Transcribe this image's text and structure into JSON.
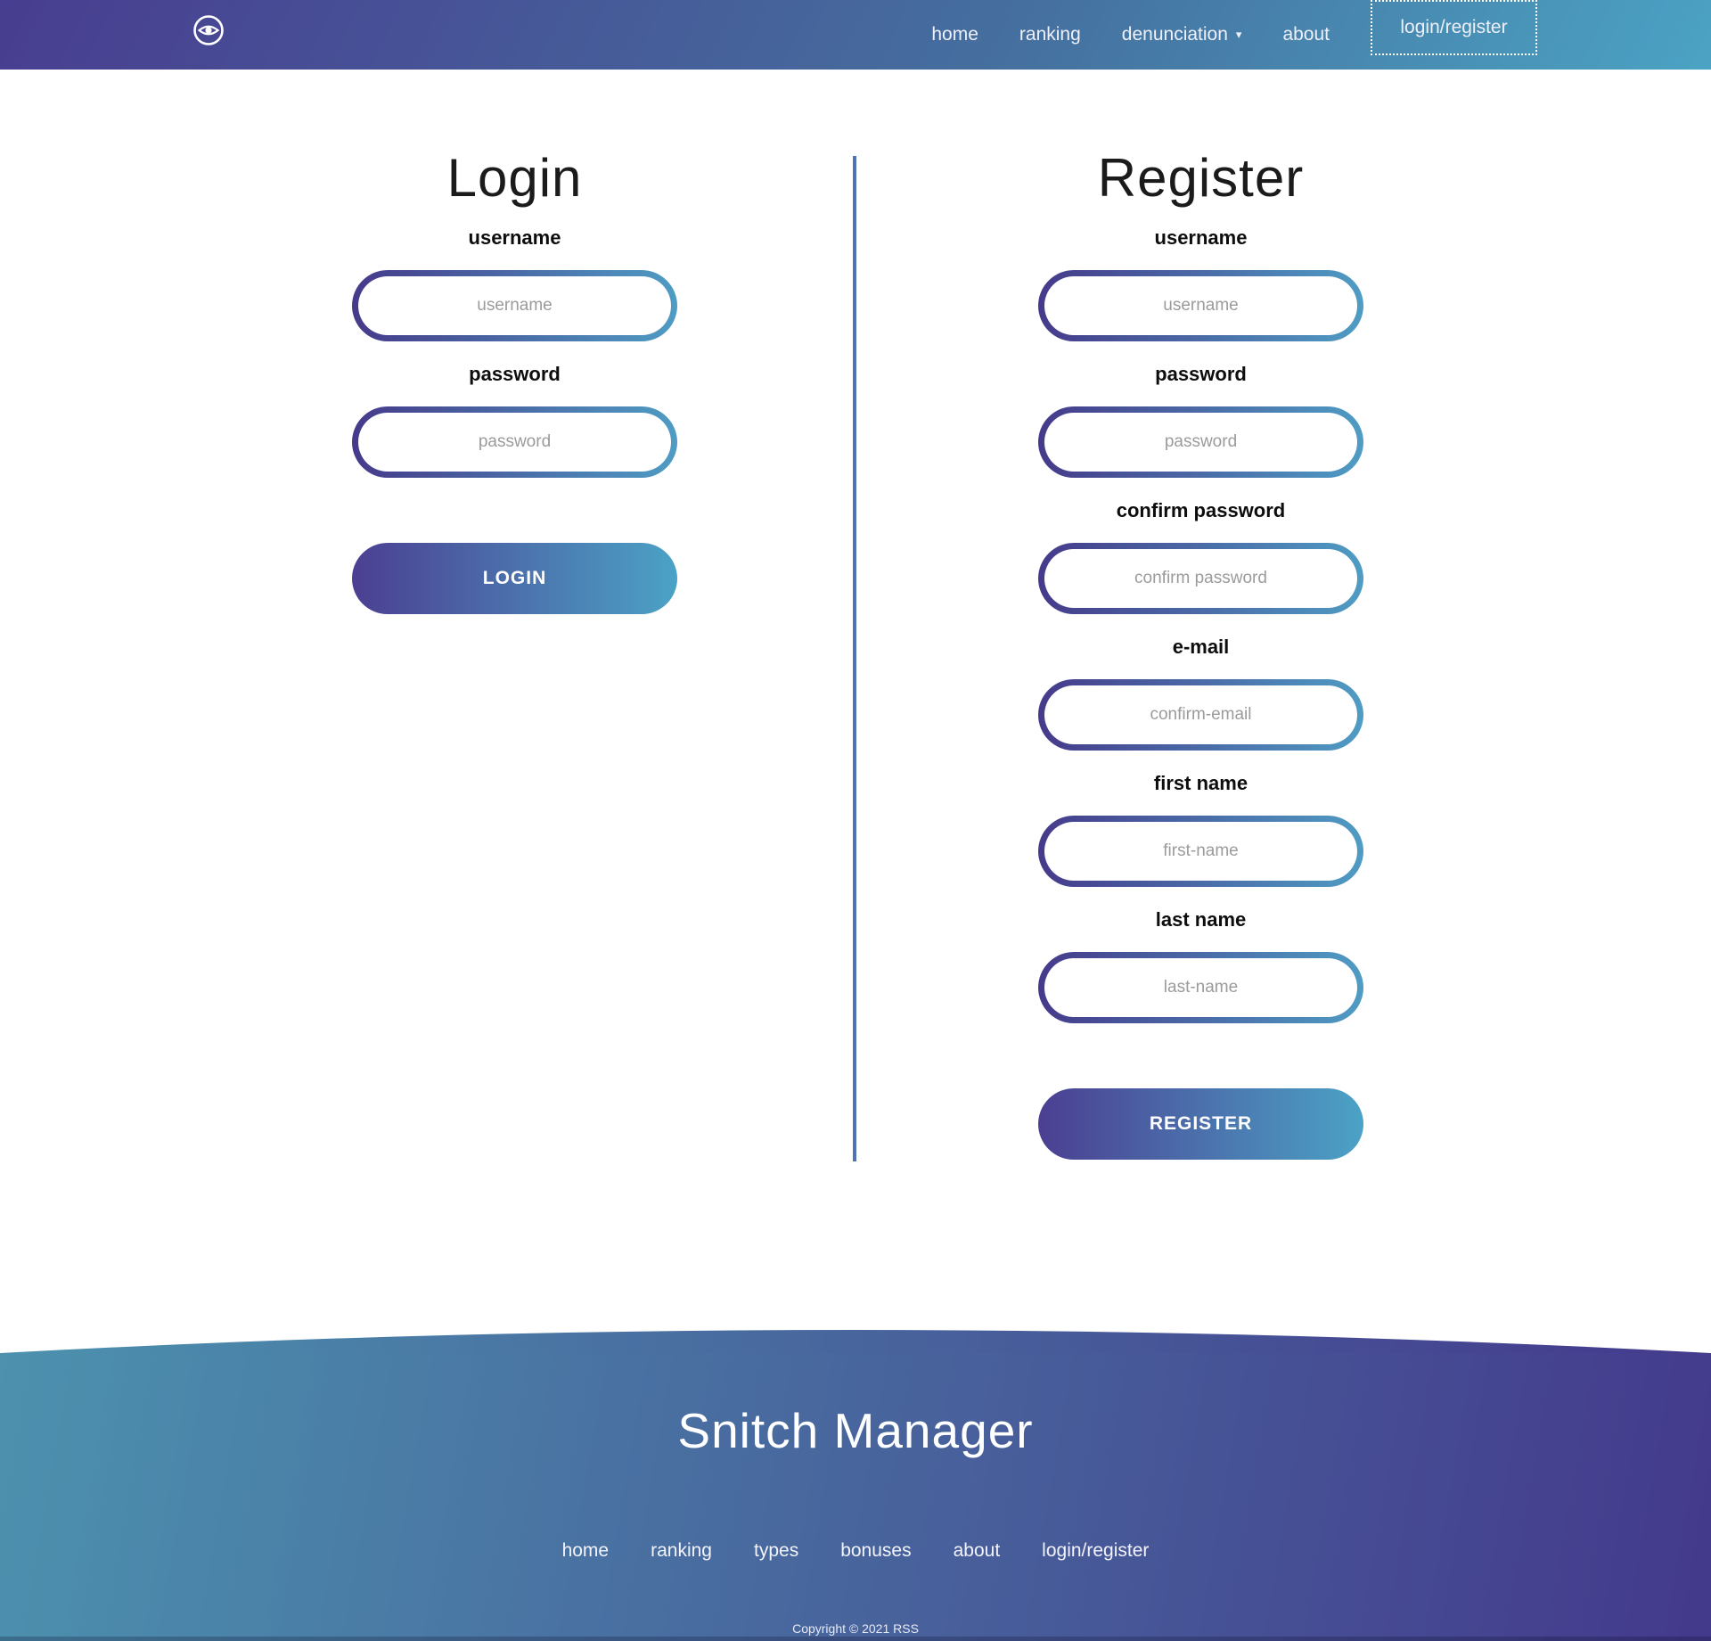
{
  "navbar": {
    "logo_icon": "eye-icon",
    "items": [
      {
        "label": "home"
      },
      {
        "label": "ranking"
      },
      {
        "label": "denunciation",
        "dropdown_arrow": "▾"
      },
      {
        "label": "about"
      },
      {
        "label": "login/register",
        "active": true
      }
    ]
  },
  "login": {
    "title": "Login",
    "fields": [
      {
        "label": "username",
        "placeholder": "username"
      },
      {
        "label": "password",
        "placeholder": "password"
      }
    ],
    "submit_label": "LOGIN"
  },
  "register": {
    "title": "Register",
    "fields": [
      {
        "label": "username",
        "placeholder": "username"
      },
      {
        "label": "password",
        "placeholder": "password"
      },
      {
        "label": "confirm password",
        "placeholder": "confirm password"
      },
      {
        "label": "e-mail",
        "placeholder": "confirm-email"
      },
      {
        "label": "first name",
        "placeholder": "first-name"
      },
      {
        "label": "last name",
        "placeholder": "last-name"
      }
    ],
    "submit_label": "REGISTER"
  },
  "footer": {
    "title": "Snitch Manager",
    "links": [
      "home",
      "ranking",
      "types",
      "bonuses",
      "about",
      "login/register"
    ],
    "copyright": "Copyright © 2021 RSS"
  },
  "colors": {
    "navbar_gradient_start": "#483D90",
    "navbar_gradient_end": "#4BA3C4",
    "input_border_gradient_start": "#453A8A",
    "input_border_gradient_end": "#4F9CC4",
    "button_gradient_start": "#4B3F92",
    "button_gradient_end": "#4BA2C6",
    "divider": "#4D73B5",
    "footer_gradient_start": "#4C91AE",
    "footer_gradient_end": "#44398C",
    "nav_text": "#EEF0FA",
    "label_text": "#0D0D0D",
    "placeholder_text": "#9B9B9B"
  }
}
